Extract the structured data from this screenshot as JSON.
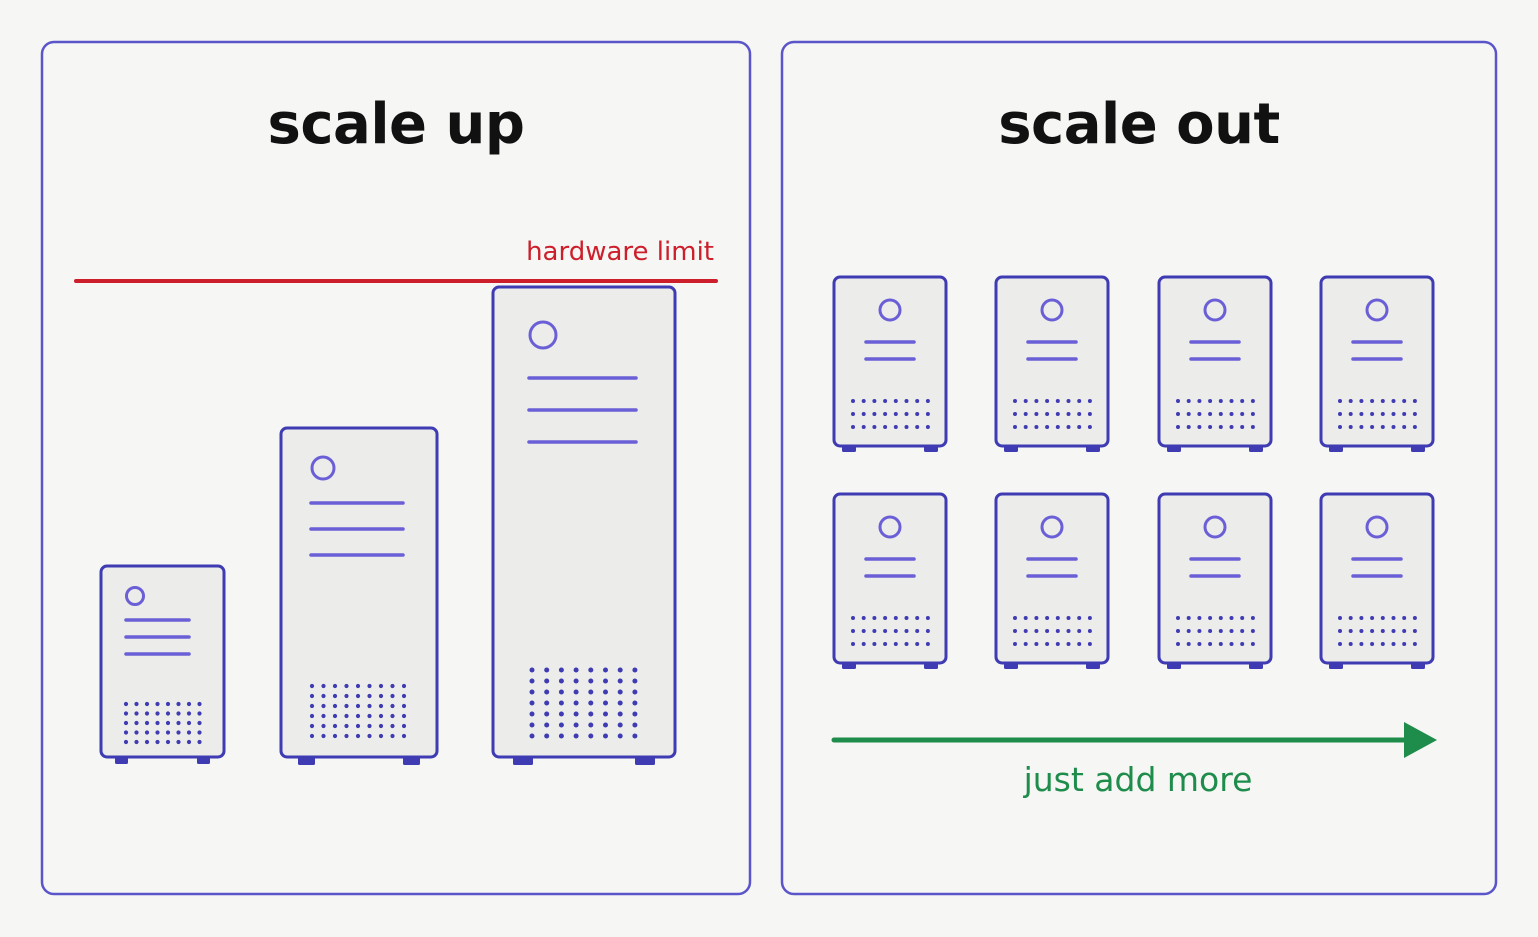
{
  "colors": {
    "background": "#f6f6f4",
    "panel_border": "#5a55c9",
    "server_stroke": "#3f3bb3",
    "server_fill": "#ececea",
    "server_detail": "#6a5fd6",
    "limit": "#cc1f2b",
    "arrow": "#1e8c4a"
  },
  "scale_up": {
    "title": "scale up",
    "limit_label": "hardware limit",
    "server_count": 3
  },
  "scale_out": {
    "title": "scale out",
    "arrow_label": "just add more",
    "grid": {
      "rows": 2,
      "columns": 4
    }
  }
}
